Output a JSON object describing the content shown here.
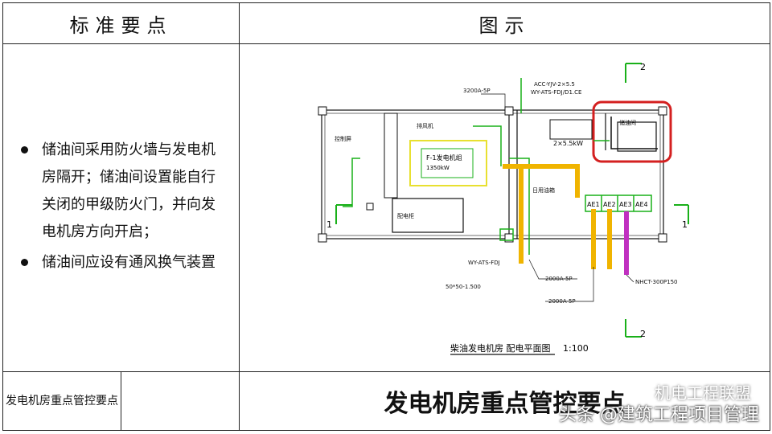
{
  "header": {
    "standard_col": "标准要点",
    "figure_col": "图示"
  },
  "bullets": [
    "储油间采用防火墙与发电机房隔开；储油间设置能自行关闭的甲级防火门，并向发电机房方向开启；",
    "储油间应设有通风换气装置"
  ],
  "footer": {
    "left_label": "发电机房重点管控要点",
    "title": "发电机房重点管控要点"
  },
  "watermark": {
    "top": "机电工程联盟",
    "bottom": "头条 @建筑工程项目管理"
  },
  "drawing": {
    "section_marks": {
      "top_right": "2",
      "bottom_right": "2",
      "left": "1",
      "right": "1"
    },
    "oil_room": "储油间",
    "generator": "F-1发电机组",
    "generator_power": "1350kW",
    "cable_top": "ACC-YJV-2×5.5",
    "ats_top": "WY-ATS-FDJ/D1.CE",
    "ats_bottom": "WY-ATS-FDJ",
    "breaker_top": "3200A-5P",
    "breaker_mid": "2000A-5P",
    "breaker_low": "2000A-5P",
    "tray": "50*50-1.500",
    "busbar": "NHCT-300P150",
    "panels": [
      "AE1",
      "AE2",
      "AE3",
      "AE4"
    ],
    "fan_box": "2×5.5kW",
    "title": "柴油发电机房  配电平面图",
    "scale": "1:100",
    "lbl_cn1": "排风机",
    "lbl_cn2": "储油间",
    "lbl_cn3": "控制屏",
    "lbl_cn4": "配电柜",
    "lbl_cn5": "日用油箱"
  },
  "colors": {
    "highlight": "#d42020",
    "green": "#19b019",
    "yellow": "#f0b400",
    "magenta": "#c030c0"
  }
}
